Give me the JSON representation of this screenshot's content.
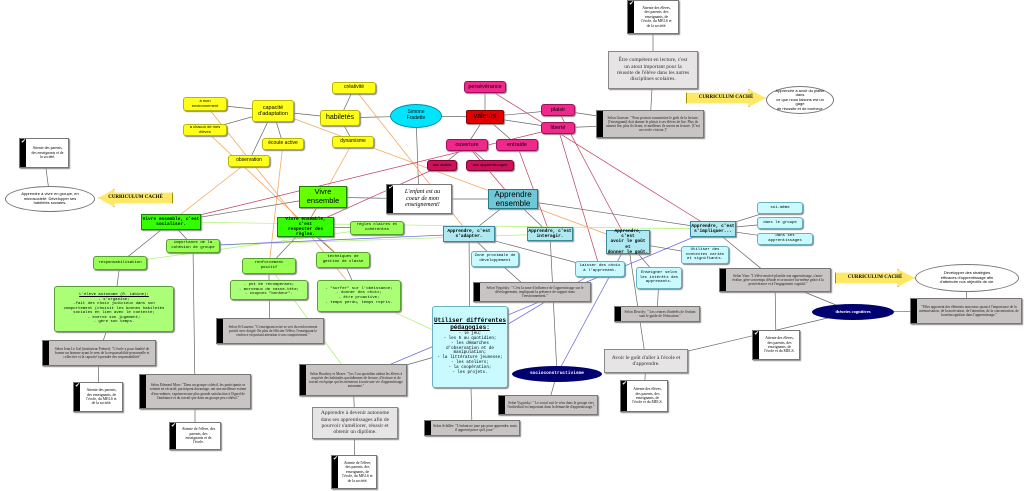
{
  "colors": {
    "yellow": "#ffff1a",
    "pink": "#f0288c",
    "red": "#e00000",
    "green": "#33ff00",
    "cyan": "#aee8f0",
    "ellipse": "#000070",
    "center": "#00e5ff"
  },
  "check_icon": "✔",
  "nodes": {
    "center": "Simone\nFradette",
    "habiletes": "habiletés",
    "creativite": "créativité",
    "dynamisme": "dynamisme",
    "capacite": "capacité\nd'adaptation",
    "environnement": "à mon\nenvironnement",
    "eleves": "à chacun de mes\nélèves",
    "ecoute": "écoute active",
    "observation": "observation",
    "valeurs": "valeurs",
    "perseverance": "persévérance",
    "plaisir": "plaisir",
    "liberte": "liberté",
    "ouverture": "ouverture",
    "entraide": "entraide",
    "aux_autres": "aux autres",
    "aux_apprentissages": "aux apprentissages",
    "enfant": "L'enfant est au\ncoeur de mon\nenseignement!",
    "vivre": "Vivre\nensemble",
    "apprendre": "Apprendre\nensemble",
    "curriculum_left": "CURRICULUM CACHÉ",
    "cloud_left": "Apprendre à vivre en groupe, en\nmicrosociété. Développer ses\nhabiletés sociales.",
    "attente_left": "Attente des parents,\ndes enseignants et de\nla société.",
    "socialiser": "Vivre ensemble, c'est\nsocialiser.",
    "respecter": "Vivre ensemble, c'est\nrespecter des\nrègles.",
    "regles": "règles claires et\ncohérentes",
    "cohesion": "importance de la\ncohésion de groupe",
    "responsabilisation": "responsabilisation",
    "renforcement": "renforcement\npositif",
    "techniques": "techniques de\ngestion de classe",
    "pot": "- pot de récompenses;\n- morceaux de casse-tête;\n- coupons \"bonheur\".",
    "surfer": "- \"surfer\" sur l'obéissance;\n- donner des choix;\n- être proactive;\n- temps perdu, temps repris.",
    "autonome_title": "L'élève autonome (R. Labine):",
    "autonome_body": "- s'organise;\n-fait des choix judicieux dans son\ncomportement (choisit les bonnes habiletés\nsociales en lien avec le contexte;\n- exerce son jugement;\n- gère son temps.",
    "stlaurent": "Selon St-Laurent: \"L'enseignant avisé se sert du renforcement positif avec doigté. En plus de féliciter l'élève, l'enseignant le renforce en portant attention à son comportement.\"",
    "legal": "Selon Jean Le Gal (instituteur Freinet): \"L'école a pour finalité de former un homme ayant le sens de la responsabilité personnelle et collective et la capacité à prendre des responsabilités\"",
    "attente_parents": "Attente des parents,\ndes enseignants, de\nl'école, du MELS et\nde la société.",
    "marc": "Selon Edmond Marc: \"Dans un groupe cohésif, les participants se sentent en sécurité, participent davantage, ont une meilleure estime d'eux-mêmes, expriment une plus grande satisfaction à l'égard de l'ambiance et du travail que dans un groupe peu cohésif.\"",
    "attente_eleve_ecole": "Attente de l'élève, des\nparents, des\nenseignants et de\nl'école.",
    "adapter": "Apprendre, c'est\ns'adapter.",
    "interagir": "Apprendre, c'est\ninteragir.",
    "gout": "Apprendre, c'est\navoir le goût et\ndonner le goût.",
    "impliquer": "Apprendre, c'est\ns'impliquer...",
    "soi": "soi-même",
    "groupe": "dans le groupe",
    "ses_app": "dans ses apprentissages",
    "zone": "Zone proximale de\ndéveloppement",
    "choix": "Laisser des choix\nà l'apprenant.",
    "interets": "Enseigner selon\nles intérêts des\napprenants.",
    "contextes": "Utiliser des\ncontextes variés\net signifiants.",
    "vygotsky1": "Selon Vygotsky: \" C'est la zone d'influence de l'apprentissage sur le développement, impliquant la présence de support dans l'environnement.\"",
    "pedagogies_title": "Utiliser différentes\npédagogies:",
    "pedagogies_body": "- le jeu;\n- les 5 au quotidien;\n- les démarches\nd'observation et de\nmanipulation;\n- la littérature jeunesse;\n- les ateliers;\n- la coopération;\n- les projets.",
    "socio": "socioconstructivisme",
    "vygotsky2": "Selon Vygotsky: \" Le social suit le vécu dans le groupe vers l'individual est important dans la démarche d'apprentissage.\"",
    "schiller": "Selon Schiller: \"L'enfant ne joue pas pour apprendre, mais il apprend parce qu'il joue.\"",
    "boushey": "Selon Boushey et Moser: \"Les 5 au quotidien aident les élèves à acquérir des habitudes quotidiennes de lecture, d'écriture et de travail en équipe qui les mèneront à toute une vie d'apprentissage autonome.\"",
    "devenir": "Apprendre à devenir autonome\ndans ses apprentissages afin de\npourvoir s'améliorer, réussir et\nobtenir un diplôme.",
    "attente_bottom": "Attente de l'élève,\ndes parents, des\nenseignants, de\nl'école, du MELS et\nde la société.",
    "decroly": "Selon Decroly: \" Les centres d'intérêts de l'enfant sont le guide de l'éducation.\"",
    "avoir_gout": "Avoir le goût d'aller à l'école et\nd'apprendre.",
    "attente_mid": "Attente des élèves,\ndes parents, des\nenseignants, de\nl'école et du MELS.",
    "viau": "Selon Viau: \"L'élève motivé planifie son apprentissage, s'auto-évalue, gère son temps d'étude et se motive lui-même grâce à la persévérance et à l'engagement cognitif.\"",
    "cognitives": "théories cognitives",
    "curriculum_right": "CURRICULUM CACHÉ",
    "cloud_right": "Développer des stratégies\nefficaces d'apprentissage afin\nd'atteindre nos objectifs de vie.",
    "elles": "\"Elles apportent des éléments nouveaux quant à l'importance de la mémorisation, de la motivation, de l'attention, de la concentration, de la métacognition dans l'apprentissage.\"",
    "lecture": "Être compétent en lecture, c'est\nun atout important pour la\nréussite de l'élève dans les autres\ndisciplines scolaires.",
    "attente_top": "Attente des élèves,\ndes parents, des\nenseignants, de\nl'école, du MELS et\nde la société.",
    "curriculum_top": "CURRICULUM CACHÉ",
    "cloud_top": "Apprendre à avoir du plaisir dans\nce que nous faisons est un gage\nde réussite et de bonheur.",
    "giasson": "Selon Giasson: \" Pour pouvoir transmettre le goût de la lecture, [l'enseignant] doit donner le plaisir à ses élèves de lire. Plus ils aiment lire, plus ils liront, et meilleurs ils seront en lecture. [C'est un cercle vicieux.]\""
  }
}
